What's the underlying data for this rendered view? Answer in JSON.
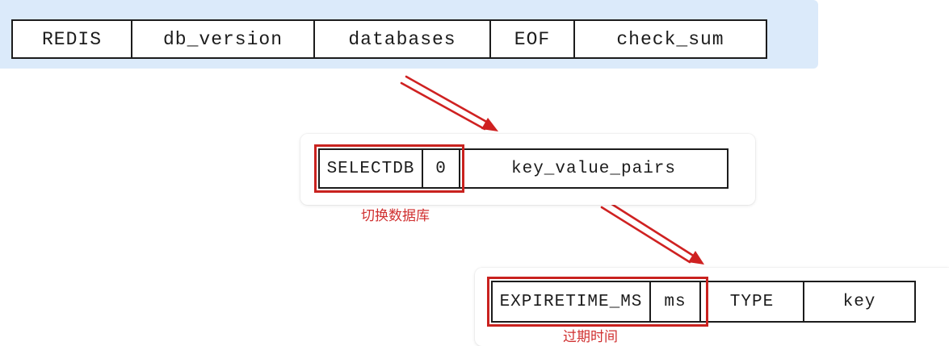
{
  "colors": {
    "accent_red": "#c9221f",
    "band_blue": "#dbeafa",
    "ink": "#1c1c1c"
  },
  "rdb_header": {
    "cells": [
      "REDIS",
      "db_version",
      "databases",
      "EOF",
      "check_sum"
    ]
  },
  "selectdb_row": {
    "cells": [
      "SELECTDB",
      "0",
      "key_value_pairs"
    ],
    "caption": "切换数据库"
  },
  "expiretime_row": {
    "cells": [
      "EXPIRETIME_MS",
      "ms",
      "TYPE",
      "key"
    ],
    "caption": "过期时间"
  }
}
